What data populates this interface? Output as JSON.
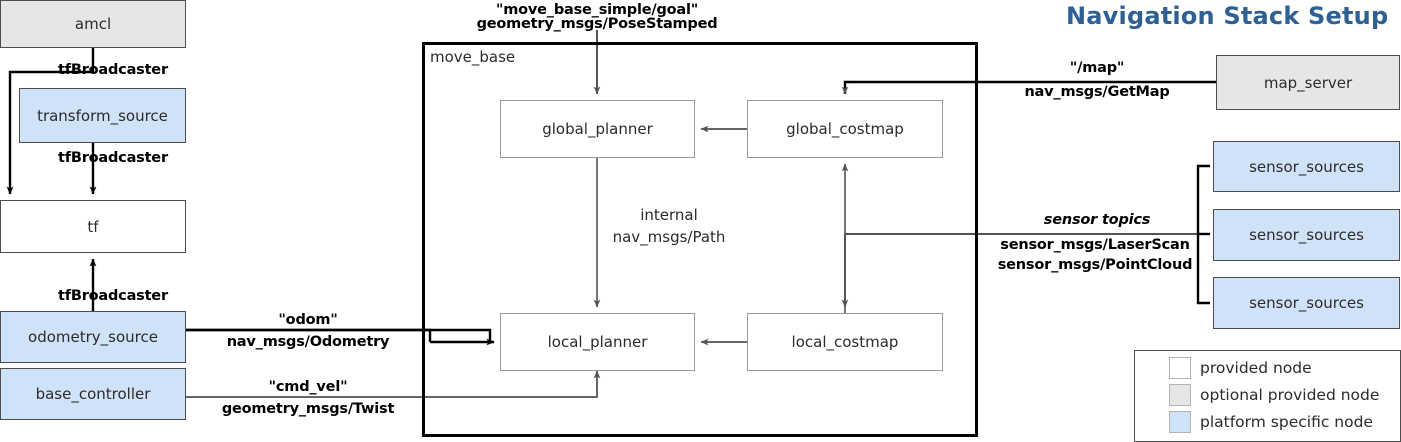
{
  "title": "Navigation Stack Setup",
  "container": {
    "label": "move_base"
  },
  "nodes": {
    "amcl": "amcl",
    "transform_source": "transform_source",
    "tf": "tf",
    "odometry_source": "odometry_source",
    "base_controller": "base_controller",
    "global_planner": "global_planner",
    "global_costmap": "global_costmap",
    "local_planner": "local_planner",
    "local_costmap": "local_costmap",
    "map_server": "map_server",
    "sensor_sources_1": "sensor_sources",
    "sensor_sources_2": "sensor_sources",
    "sensor_sources_3": "sensor_sources"
  },
  "edges": {
    "amcl_tf": "tfBroadcaster",
    "transform_tf": "tfBroadcaster",
    "odom_tf": "tfBroadcaster",
    "goal_topic": "\"move_base_simple/goal\"",
    "goal_type": "geometry_msgs/PoseStamped",
    "odom_topic": "\"odom\"",
    "odom_type": "nav_msgs/Odometry",
    "cmdvel_topic": "\"cmd_vel\"",
    "cmdvel_type": "geometry_msgs/Twist",
    "map_topic": "\"/map\"",
    "map_type": "nav_msgs/GetMap",
    "sensor_topic": "sensor topics",
    "sensor_type_1": "sensor_msgs/LaserScan",
    "sensor_type_2": "sensor_msgs/PointCloud",
    "internal_1": "internal",
    "internal_2": "nav_msgs/Path"
  },
  "legend": {
    "items": [
      {
        "label": "provided node",
        "color": "#ffffff"
      },
      {
        "label": "optional provided node",
        "color": "#e6e6e6"
      },
      {
        "label": "platform specific node",
        "color": "#cfe2f7"
      }
    ]
  },
  "colors": {
    "title": "#2e6094",
    "platform_node": "#cfe2f7",
    "optional_node": "#e6e6e6",
    "provided_node": "#ffffff",
    "wire": "#000000",
    "inner_wire": "#666666"
  }
}
